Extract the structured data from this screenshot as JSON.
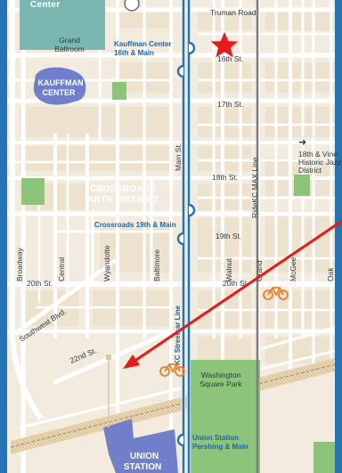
{
  "map": {
    "landmarks": {
      "center": "Center",
      "grand_ballroom": [
        "Grand",
        "Ballroom"
      ],
      "kauffman_center": [
        "KAUFFMAN",
        "CENTER"
      ],
      "crossroads": [
        "CROSSROADS",
        "ARTS DISTRICT"
      ],
      "washington_park": [
        "Washington",
        "Square Park"
      ],
      "union_station": [
        "UNION",
        "STATION"
      ],
      "jazz_district": [
        "18th & Vine",
        "Historic Jazz",
        "District"
      ]
    },
    "stops": {
      "kauffman": [
        "Kauffman Center",
        "16th & Main"
      ],
      "crossroads": "Crossroads 19th & Main",
      "union": [
        "Union Station",
        "Pershing & Main"
      ]
    },
    "streets": {
      "truman": "Truman Road",
      "s16": "16th St.",
      "s17": "17th St.",
      "s18": "18th St.",
      "s19": "19th St.",
      "s20a": "20th St.",
      "s20b": "20th St.",
      "s22": "22nd St.",
      "southwest": "Southwest Blvd.",
      "broadway": "Broadway",
      "central": "Central",
      "wyandotte": "Wyandotte",
      "baltimore": "Baltimore",
      "main": "Main St.",
      "walnut": "Walnut",
      "grand": "Grand",
      "mcgee": "McGee",
      "oak": "Oak"
    },
    "lines": {
      "streetcar": "KC Streetcar Line",
      "max": "RideKC MAX Line"
    },
    "arrow_glyph": "➜",
    "colors": {
      "streetcar": "#2474b5",
      "park": "#8cc47a",
      "district": "#6f7fc9",
      "annotation": "#e8191b",
      "bike": "#f07d2a"
    }
  }
}
